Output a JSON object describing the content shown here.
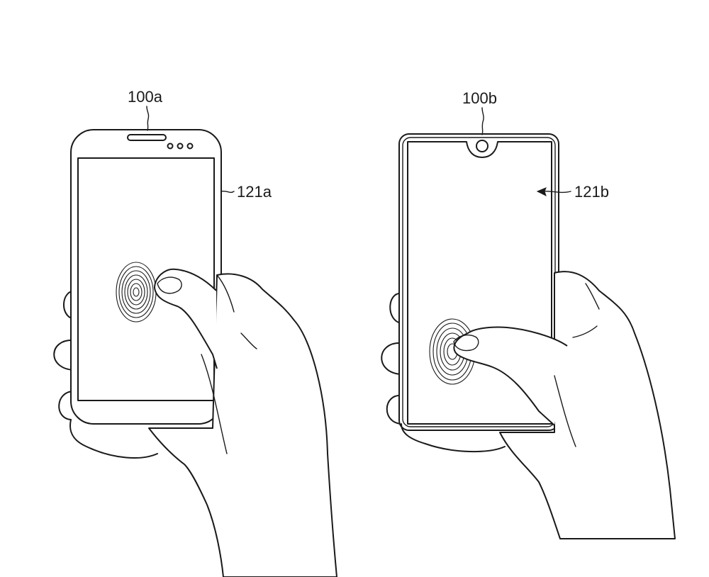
{
  "figure": {
    "devices": [
      {
        "ref_label": "100a",
        "display_ref": "121a"
      },
      {
        "ref_label": "100b",
        "display_ref": "121b"
      }
    ]
  }
}
